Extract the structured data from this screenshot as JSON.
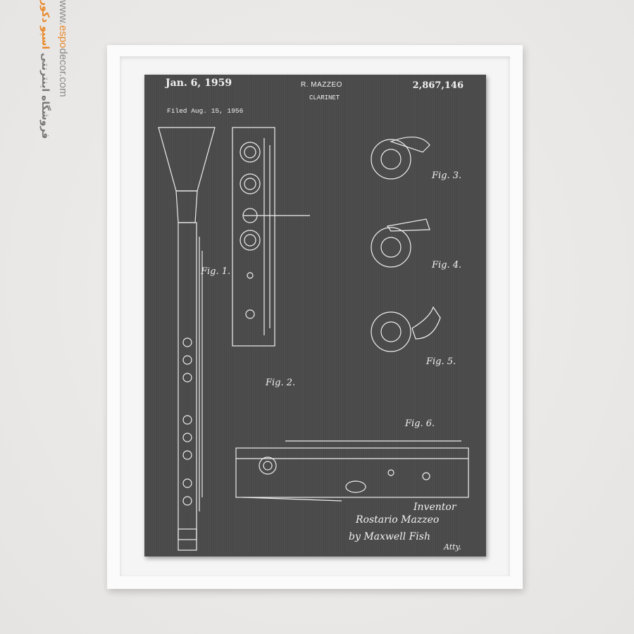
{
  "watermark": {
    "store_name_fa": "فروشگاه اینترنتی",
    "brand_fa": "اسپو دکور",
    "url_prefix": "www.",
    "url_brand": "espo",
    "url_suffix": "decor.com",
    "accent_color": "#e8892b"
  },
  "poster": {
    "date": "Jan. 6, 1959",
    "inventor_header": "R. MAZZEO",
    "patent_number": "2,867,146",
    "title": "CLARINET",
    "filed": "Filed Aug. 15, 1956",
    "figures": [
      "Fig. 1.",
      "Fig. 2.",
      "Fig. 3.",
      "Fig. 4.",
      "Fig. 5.",
      "Fig. 6."
    ],
    "inventor_label": "Inventor",
    "inventor_signature": "Rostario Mazzeo",
    "attorney_signature": "by Maxwell Fish",
    "attorney_suffix": "Atty."
  }
}
